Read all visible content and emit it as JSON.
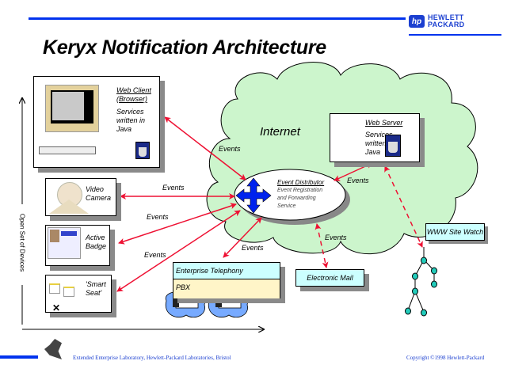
{
  "header": {
    "title": "Keryx Notification Architecture",
    "logo_line1": "HEWLETT",
    "logo_line2": "PACKARD",
    "logo_mark": "hp",
    "accent_color": "#0033ee"
  },
  "axis": {
    "vertical_label": "Open Set of Devices"
  },
  "devices": {
    "web_client": {
      "title": "Web Client (Browser)",
      "title_line1": "Web Client",
      "title_line2": "(Browser)",
      "desc_line1": "Services",
      "desc_line2": "written in",
      "desc_line3": "Java"
    },
    "video_camera": {
      "line1": "Video",
      "line2": "Camera"
    },
    "active_badge": {
      "line1": "Active",
      "line2": "Badge"
    },
    "smart_seat": {
      "line1": "'Smart",
      "line2": "Seat'"
    }
  },
  "cloud": {
    "label": "Internet",
    "fill_color": "#ccf5cc"
  },
  "event_distributor": {
    "title": "Event Distributor",
    "desc_line1": "Event Registration",
    "desc_line2": "and Forwarding",
    "desc_line3": "Service"
  },
  "web_server": {
    "title": "Web Server",
    "desc_line1": "Services",
    "desc_line2": "written in",
    "desc_line3": "Java"
  },
  "telephony": {
    "title": "Enterprise Telephony",
    "sub": "PBX"
  },
  "email": {
    "label": "Electronic Mail"
  },
  "site_watch": {
    "label": "WWW Site Watch"
  },
  "events": {
    "label": "Events",
    "arrow_color": "#ee1133"
  },
  "footer": {
    "left": "Extended Enterprise Laboratory, Hewlett-Packard Laboratories, Bristol",
    "right": "Copyright ©1998 Hewlett-Packard"
  }
}
